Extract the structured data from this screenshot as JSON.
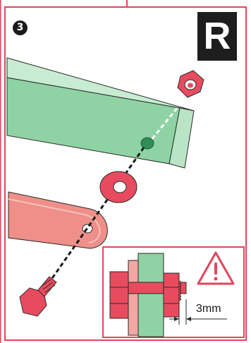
{
  "step": {
    "number": "3"
  },
  "side_badge": {
    "letter": "R"
  },
  "detail": {
    "gap_label": "3mm"
  },
  "colors": {
    "frame": "#e0465c",
    "part_green": "#8fd3a4",
    "part_red": "#ef8f8a",
    "hardware_red": "#e94b5e",
    "badge_dark": "#1e1e1e"
  },
  "icons": {
    "step_marker": "circled-number",
    "warning": "warning-triangle-icon"
  }
}
